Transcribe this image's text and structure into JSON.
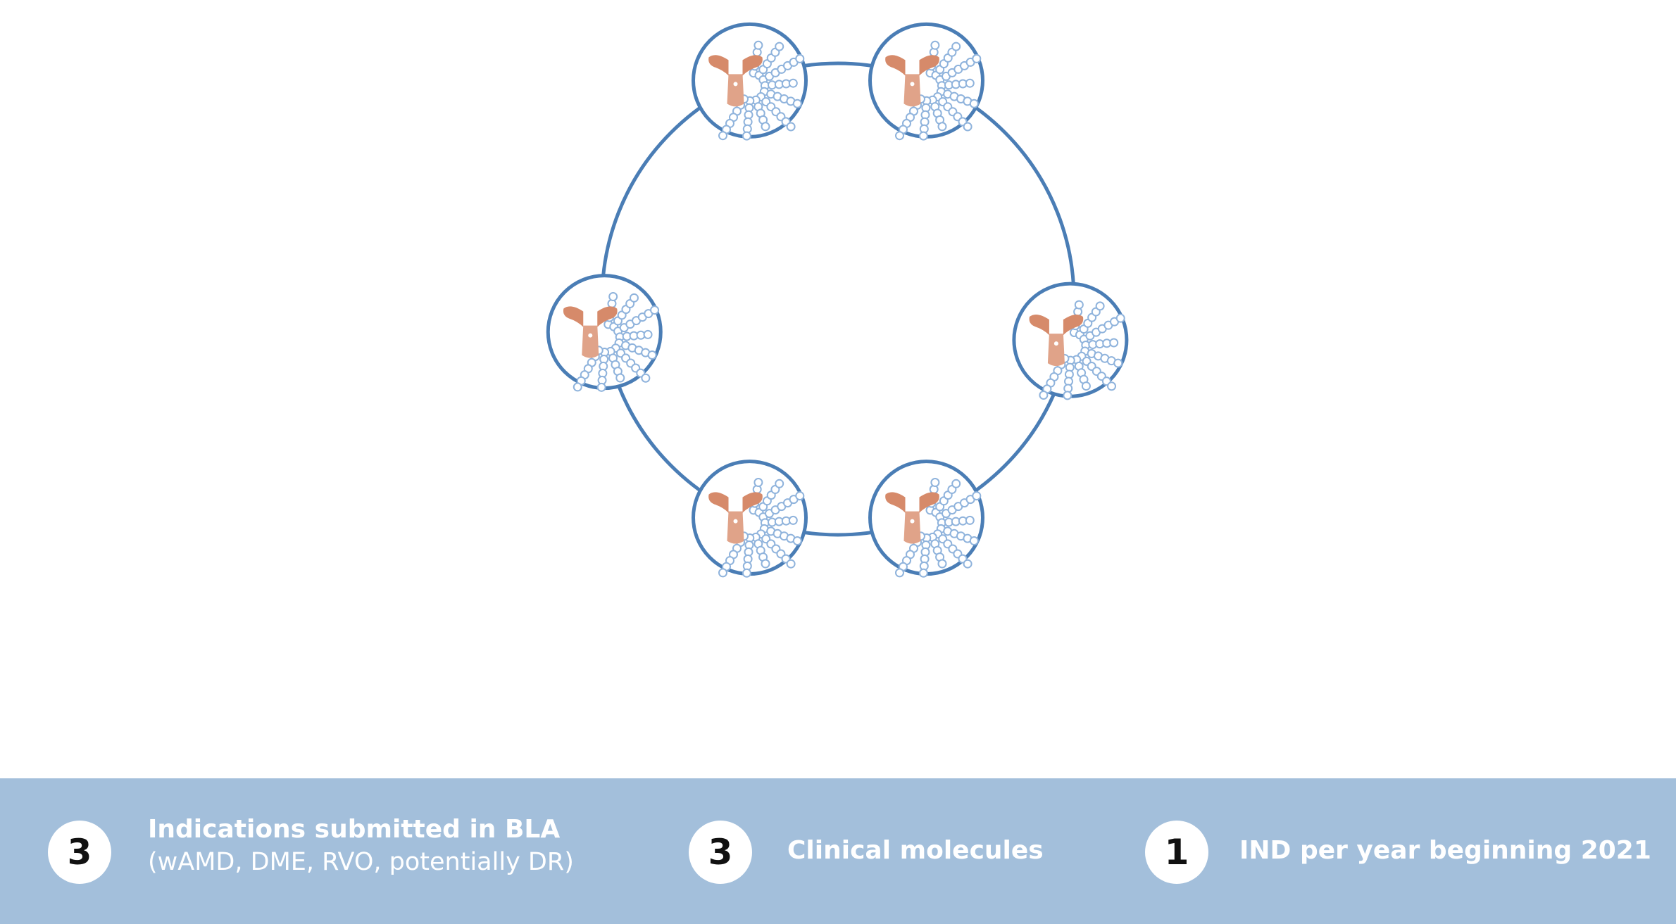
{
  "diagram": {
    "node_count": 6,
    "ring_color": "#4a7db5",
    "antibody_colors": [
      "#d68a6a",
      "#e0742a",
      "#e8a84a"
    ],
    "polymer_color": "#8fb3dc",
    "icons": [
      "antibody-biopolymer-conjugate-icon"
    ]
  },
  "footer": {
    "stats": [
      {
        "value": "3",
        "label": "Indications submitted in BLA",
        "detail": "(wAMD, DME, RVO, potentially DR)"
      },
      {
        "value": "3",
        "label": "Clinical molecules",
        "detail": ""
      },
      {
        "value": "1",
        "label": "IND per year beginning 2021",
        "detail": ""
      }
    ]
  }
}
